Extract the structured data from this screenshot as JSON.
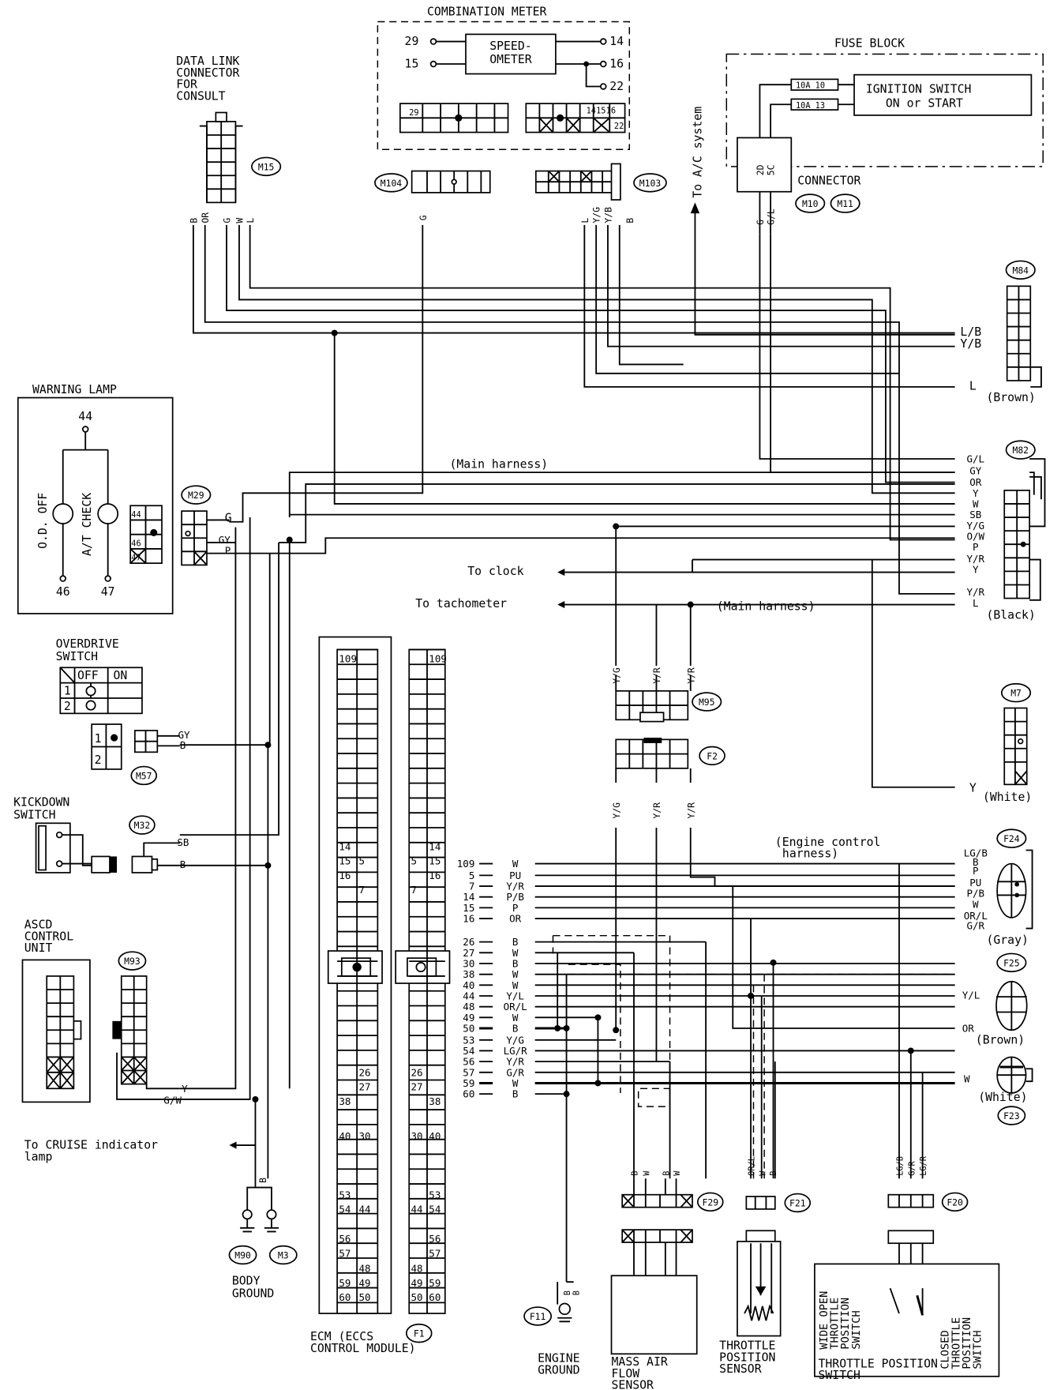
{
  "combination_meter": {
    "title": "COMBINATION METER",
    "speedometer": [
      "SPEED-",
      "OMETER"
    ],
    "pins_left": [
      "29",
      "15"
    ],
    "pins_right": [
      "14",
      "16",
      "22"
    ],
    "connector_pins": [
      "29",
      "14",
      "15",
      "16",
      "22"
    ]
  },
  "data_link": {
    "title": [
      "DATA LINK",
      "CONNECTOR",
      "FOR",
      "CONSULT"
    ],
    "connector": "M15",
    "wires": [
      "B",
      "OR",
      "G",
      "W",
      "L"
    ]
  },
  "fuse_block": {
    "title": "FUSE BLOCK",
    "fuses": [
      "10A 10",
      "10A 13"
    ],
    "ignition": [
      "IGNITION SWITCH",
      "ON or START"
    ],
    "connector_pins": [
      "2D",
      "5C"
    ],
    "connector_label": "CONNECTOR",
    "connectors": [
      "M10",
      "M11"
    ],
    "wires": [
      "G",
      "G/L"
    ]
  },
  "ac_system": "To A/C system",
  "m104": {
    "id": "M104",
    "wire": "G"
  },
  "m103": {
    "id": "M103",
    "wires": [
      "L",
      "Y/G",
      "Y/B",
      "B"
    ]
  },
  "m84": {
    "id": "M84",
    "wires": [
      "L/B",
      "Y/B",
      "L"
    ],
    "color": "(Brown)"
  },
  "warning_lamp": {
    "title": "WARNING LAMP",
    "pins": [
      "44",
      "46",
      "47"
    ],
    "lamps": [
      "O.D. OFF",
      "A/T CHECK"
    ],
    "connector_pins": [
      "44",
      "46",
      "47"
    ]
  },
  "m29": {
    "id": "M29",
    "wires": [
      "G",
      "GY",
      "P"
    ]
  },
  "main_harness": "(Main harness)",
  "m82": {
    "id": "M82",
    "wires": [
      "G/L",
      "GY",
      "OR",
      "Y",
      "W",
      "SB",
      "Y/G",
      "O/W",
      "P",
      "Y/R",
      "Y",
      "Y/R",
      "L"
    ],
    "color": "(Black)"
  },
  "to_clock": "To clock",
  "to_tachometer": "To tachometer",
  "main_harness_2": "(Main harness)",
  "m95_wires": [
    "Y/G",
    "Y/R",
    "Y/R"
  ],
  "m95": "M95",
  "f2": "F2",
  "f2_wires": [
    "Y/G",
    "Y/R",
    "Y/R"
  ],
  "m7": {
    "id": "M7",
    "wire": "Y",
    "color": "(White)"
  },
  "overdrive_switch": {
    "title": [
      "OVERDRIVE",
      "SWITCH"
    ],
    "columns": [
      "OFF",
      "ON"
    ],
    "rows": [
      "1",
      "2"
    ],
    "plate_pins": [
      "1",
      "2"
    ]
  },
  "m57": {
    "id": "M57",
    "wires": [
      "GY",
      "B"
    ]
  },
  "kickdown_switch": {
    "title": [
      "KICKDOWN",
      "SWITCH"
    ],
    "connector": "M32",
    "wires": [
      "SB",
      "B"
    ]
  },
  "ascd": {
    "title": [
      "ASCD",
      "CONTROL",
      "UNIT"
    ],
    "connector": "M93",
    "wires": [
      "Y",
      "G/W"
    ]
  },
  "cruise": [
    "To CRUISE indicator",
    "lamp"
  ],
  "body_ground": {
    "wire": "B",
    "connectors": [
      "M90",
      "M3"
    ],
    "label": [
      "BODY",
      "GROUND"
    ]
  },
  "ecm": {
    "label": [
      "ECM (ECCS",
      "CONTROL MODULE)"
    ],
    "connector": "F1",
    "ecm_cells": [
      "109",
      "14",
      "15",
      "5",
      "16",
      "7",
      "26",
      "27",
      "38",
      "40",
      "30",
      "53",
      "54",
      "44",
      "56",
      "57",
      "48",
      "59",
      "49",
      "60",
      "50"
    ],
    "f1_cells": [
      "109",
      "14",
      "5",
      "15",
      "16",
      "7",
      "26",
      "27",
      "38",
      "30",
      "40",
      "53",
      "44",
      "54",
      "56",
      "57",
      "48",
      "49",
      "59",
      "50",
      "60"
    ]
  },
  "pin_list": [
    {
      "pin": "109",
      "color": "W"
    },
    {
      "pin": "5",
      "color": "PU"
    },
    {
      "pin": "7",
      "color": "Y/R"
    },
    {
      "pin": "14",
      "color": "P/B"
    },
    {
      "pin": "15",
      "color": "P"
    },
    {
      "pin": "16",
      "color": "OR"
    },
    {
      "pin": "26",
      "color": "B"
    },
    {
      "pin": "27",
      "color": "W"
    },
    {
      "pin": "30",
      "color": "B"
    },
    {
      "pin": "38",
      "color": "W"
    },
    {
      "pin": "40",
      "color": "W"
    },
    {
      "pin": "44",
      "color": "Y/L"
    },
    {
      "pin": "48",
      "color": "OR/L"
    },
    {
      "pin": "49",
      "color": "W"
    },
    {
      "pin": "50",
      "color": "B"
    },
    {
      "pin": "53",
      "color": "Y/G"
    },
    {
      "pin": "54",
      "color": "LG/R"
    },
    {
      "pin": "56",
      "color": "Y/R"
    },
    {
      "pin": "57",
      "color": "G/R"
    },
    {
      "pin": "59",
      "color": "W"
    },
    {
      "pin": "60",
      "color": "B"
    }
  ],
  "engine_harness": [
    "(Engine control",
    "harness)"
  ],
  "f24": {
    "id": "F24",
    "wires": [
      "LG/B",
      "B",
      "P",
      "PU",
      "P/B",
      "W",
      "OR/L",
      "G/R"
    ],
    "color": "(Gray)"
  },
  "f25": {
    "id": "F25",
    "wires": [
      "Y/L",
      "OR"
    ],
    "color": "(Brown)"
  },
  "f23": {
    "id": "F23",
    "wire": "W",
    "color": "(White)"
  },
  "f29": {
    "id": "F29",
    "wires": [
      "B",
      "W",
      "B",
      "W"
    ],
    "label": [
      "MASS AIR",
      "FLOW",
      "SENSOR"
    ]
  },
  "f21": {
    "id": "F21",
    "wires": [
      "OR/L",
      "W",
      "B"
    ],
    "label": [
      "THROTTLE",
      "POSITION",
      "SENSOR"
    ]
  },
  "f20": {
    "id": "F20",
    "wires": [
      "LG/B",
      "G/R",
      "LG/R"
    ]
  },
  "f11": {
    "id": "F11",
    "wires": [
      "B",
      "B"
    ],
    "label": [
      "ENGINE",
      "GROUND"
    ]
  },
  "throttle_switch": {
    "wide_open": [
      "WIDE OPEN",
      "THROTTLE",
      "POSITION",
      "SWITCH"
    ],
    "closed": [
      "CLOSED",
      "THROTTLE",
      "POSITION",
      "SWITCH"
    ],
    "label": [
      "THROTTLE POSITION",
      "SWITCH"
    ]
  }
}
